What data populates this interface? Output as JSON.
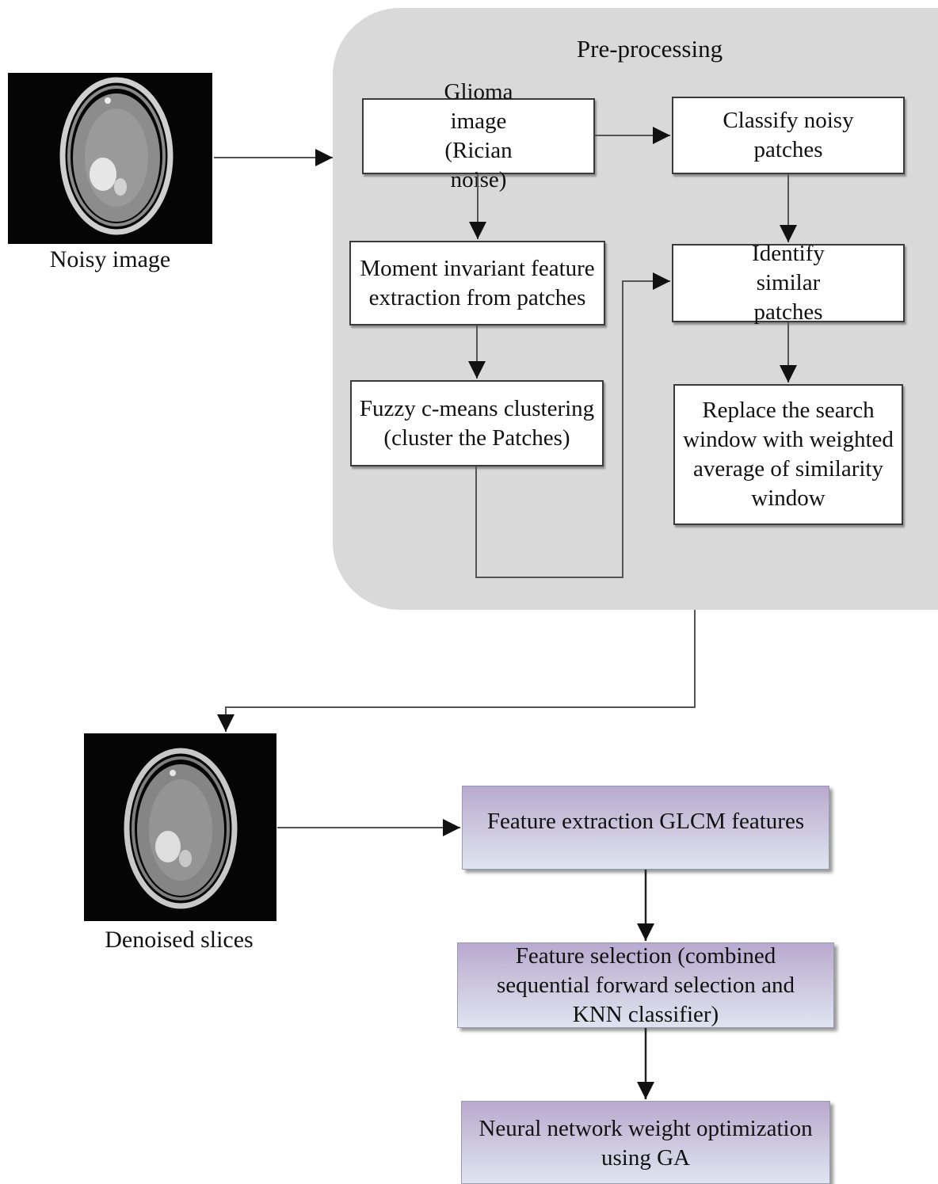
{
  "images": {
    "noisy": {
      "caption": "Noisy image"
    },
    "denoised": {
      "caption": "Denoised slices"
    }
  },
  "preprocessing": {
    "title": "Pre-processing",
    "glioma": "Glioma image (Rician noise)",
    "moment": "Moment invariant feature extraction from patches",
    "fuzzy": "Fuzzy c-means clustering (cluster the Patches)",
    "classify": "Classify noisy patches",
    "identify": "Identify similar patches",
    "replace": "Replace the search window with weighted average of similarity window"
  },
  "pipeline": {
    "glcm": "Feature extraction GLCM features",
    "selection": "Feature selection (combined sequential forward selection and KNN classifier)",
    "neural": "Neural network weight optimization using GA"
  },
  "colors": {
    "group_fill": "#d9d9d9",
    "box_border": "#3a3a3a",
    "purple_box_top": "#b9a9cf",
    "purple_box_bottom": "#dfe4f1",
    "arrow": "#111111"
  }
}
